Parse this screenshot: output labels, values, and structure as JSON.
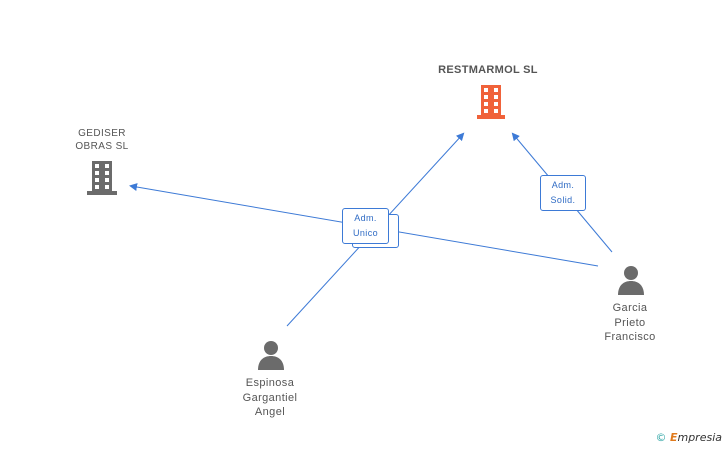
{
  "companies": [
    {
      "id": "restmarmol",
      "name": "RESTMARMOL SL",
      "color": "#f0623a"
    },
    {
      "id": "gediser",
      "name": "GEDISER\nOBRAS  SL",
      "color": "#6b6b6b"
    }
  ],
  "persons": [
    {
      "id": "garcia",
      "name": "Garcia\nPrieto\nFrancisco"
    },
    {
      "id": "espinosa",
      "name": "Espinosa\nGargantiel\nAngel"
    }
  ],
  "relations": [
    {
      "id": "adm-unico",
      "label": "Adm.\nUnico"
    },
    {
      "id": "adm-solid",
      "label": "Adm.\nSolid."
    }
  ],
  "colors": {
    "edge": "#3d7ad6",
    "person": "#6b6b6b"
  },
  "watermark": {
    "copyright": "©",
    "brand_initial": "E",
    "brand_rest": "mpresia"
  }
}
